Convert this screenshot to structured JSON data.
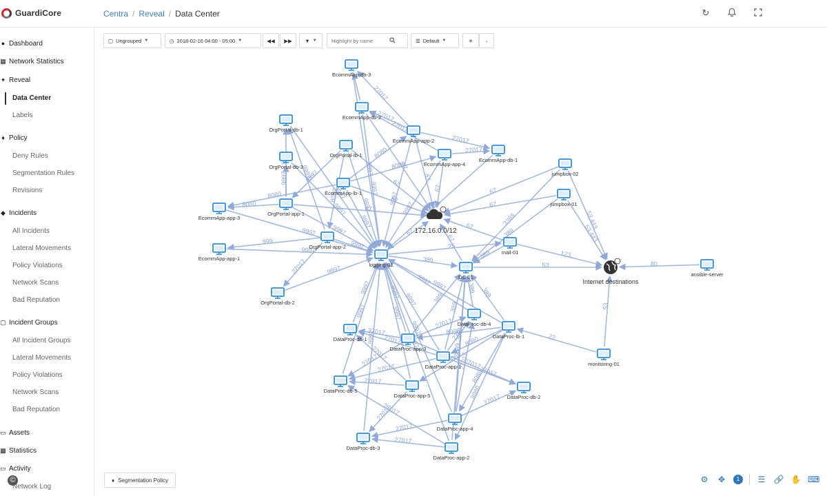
{
  "app": {
    "name": "GuardiCore"
  },
  "breadcrumb": {
    "items": [
      "Centra",
      "Reveal"
    ],
    "current": "Data Center"
  },
  "sidebar": {
    "sections": [
      {
        "label": "Dashboard",
        "icon": "dashboard-icon"
      },
      {
        "label": "Network Statistics",
        "icon": "stats-icon"
      },
      {
        "label": "Reveal",
        "icon": "reveal-icon"
      },
      {
        "label": "Policy",
        "icon": "shield-icon"
      },
      {
        "label": "Incidents",
        "icon": "incident-icon"
      },
      {
        "label": "Incident Groups",
        "icon": "group-icon"
      },
      {
        "label": "Assets",
        "icon": "monitor-icon"
      },
      {
        "label": "Statistics",
        "icon": "chart-icon"
      },
      {
        "label": "Activity",
        "icon": "activity-icon"
      }
    ],
    "reveal_items": [
      "Data Center",
      "Labels"
    ],
    "policy_items": [
      "Deny Rules",
      "Segmentation Rules",
      "Revisions"
    ],
    "incident_items": [
      "All Incidents",
      "Lateral Movements",
      "Policy Violations",
      "Network Scans",
      "Bad Reputation"
    ],
    "group_items": [
      "All Incident Groups",
      "Lateral Movements",
      "Policy Violations",
      "Network Scans",
      "Bad Reputation"
    ],
    "activity_items": [
      "Network Log"
    ],
    "active_item": "Data Center"
  },
  "toolbar": {
    "grouping": "Ungrouped",
    "time_range": "2018-02-16 04:00 - 05:00",
    "prev_icon": "rewind-icon",
    "next_icon": "fast-forward-icon",
    "filter_icon": "filter-icon",
    "search_placeholder": "Highlight by name",
    "layer": "Default",
    "layout_icon": "graph-layout-icon"
  },
  "segmentation_button": "Segmentation Policy",
  "bottom_tools": {
    "badge_count": "1"
  },
  "colors": {
    "edge": "#8fa9d9",
    "edge_label": "#8ea6d6",
    "node": "#2d8fe0",
    "link": "#3b82c4"
  },
  "graph": {
    "nodes": [
      {
        "id": "ecdb3",
        "label": "EcommApp-db-3",
        "type": "host"
      },
      {
        "id": "ecdb2",
        "label": "EcommApp-db-2",
        "type": "host"
      },
      {
        "id": "ecapp2",
        "label": "EcommApp-app-2",
        "type": "host"
      },
      {
        "id": "ecdb1",
        "label": "EcommApp-db-1",
        "type": "host"
      },
      {
        "id": "ecapp4",
        "label": "EcommApp-app-4",
        "type": "host"
      },
      {
        "id": "opdb1",
        "label": "OrgPortal-db-1",
        "type": "host"
      },
      {
        "id": "opdb3",
        "label": "OrgPortal-db-3",
        "type": "host"
      },
      {
        "id": "opdbl",
        "label": "OrgPortal-lb-1",
        "type": "host"
      },
      {
        "id": "eclb1",
        "label": "EcommApp-lb-1",
        "type": "host"
      },
      {
        "id": "opapp1",
        "label": "OrgPortal-app-1",
        "type": "host"
      },
      {
        "id": "ecapp3",
        "label": "EcommApp-app-3",
        "type": "host"
      },
      {
        "id": "ecapp1",
        "label": "EcommApp-app-1",
        "type": "host"
      },
      {
        "id": "opapp2",
        "label": "OrgPortal-app-2",
        "type": "host"
      },
      {
        "id": "opdb2",
        "label": "OrgPortal-db-2",
        "type": "host"
      },
      {
        "id": "logging",
        "label": "logging-01",
        "type": "host"
      },
      {
        "id": "cloud",
        "label": "172.16.0.0/12",
        "type": "cloud"
      },
      {
        "id": "dc01",
        "label": "DC-01",
        "type": "host"
      },
      {
        "id": "mail",
        "label": "mail-01",
        "type": "host"
      },
      {
        "id": "jump2",
        "label": "jumpbox-02",
        "type": "host"
      },
      {
        "id": "jump1",
        "label": "jumpbox-01",
        "type": "host"
      },
      {
        "id": "internet",
        "label": "Internet destinations",
        "type": "globe"
      },
      {
        "id": "ansible",
        "label": "ansible-server",
        "type": "host"
      },
      {
        "id": "monitor",
        "label": "monitoring-01",
        "type": "host"
      },
      {
        "id": "dpdb4",
        "label": "DataProc-db-4",
        "type": "host"
      },
      {
        "id": "dplb1",
        "label": "DataProc-lb-1",
        "type": "host"
      },
      {
        "id": "dpdb1",
        "label": "DataProc-db-1",
        "type": "host"
      },
      {
        "id": "dpapp3",
        "label": "DataProc-app-3",
        "type": "host"
      },
      {
        "id": "dpapp1",
        "label": "DataProc-app-1",
        "type": "host"
      },
      {
        "id": "dpdb5",
        "label": "DataProc-db-5",
        "type": "host"
      },
      {
        "id": "dpapp5",
        "label": "DataProc-app-5",
        "type": "host"
      },
      {
        "id": "dpdb2",
        "label": "DataProc-db-2",
        "type": "host"
      },
      {
        "id": "dpapp4",
        "label": "DataProc-app-4",
        "type": "host"
      },
      {
        "id": "dpdb3",
        "label": "DataProc-db-3",
        "type": "host"
      },
      {
        "id": "dpapp2",
        "label": "DataProc-app-2",
        "type": "host"
      }
    ],
    "edges": [
      [
        "ecdb2",
        "ecdb3",
        ""
      ],
      [
        "ecapp2",
        "ecdb3",
        "27017"
      ],
      [
        "ecapp2",
        "ecdb2",
        "27017"
      ],
      [
        "ecapp4",
        "ecdb2",
        "27017"
      ],
      [
        "ecapp2",
        "ecdb1",
        "27017"
      ],
      [
        "ecapp4",
        "ecdb1",
        "27017"
      ],
      [
        "eclb1",
        "ecapp4",
        "8080"
      ],
      [
        "eclb1",
        "ecapp2",
        "8080"
      ],
      [
        "opdbl",
        "opapp1",
        "9997"
      ],
      [
        "opapp1",
        "opdb1",
        "9997"
      ],
      [
        "opapp1",
        "opdb3",
        "9997"
      ],
      [
        "opapp2",
        "opdb1",
        "9997"
      ],
      [
        "opapp2",
        "opdb2",
        "27017"
      ],
      [
        "opdbl",
        "opapp2",
        "8080"
      ],
      [
        "opapp1",
        "ecapp3",
        "8080"
      ],
      [
        "opapp2",
        "ecapp1",
        "999"
      ],
      [
        "eclb1",
        "ecapp3",
        "8080"
      ],
      [
        "ecapp3",
        "logging",
        "9997"
      ],
      [
        "ecapp1",
        "logging",
        "9997"
      ],
      [
        "opdb1",
        "logging",
        "9997"
      ],
      [
        "opdb3",
        "logging",
        "9997"
      ],
      [
        "opdbl",
        "logging",
        "9997"
      ],
      [
        "eclb1",
        "logging",
        "9997"
      ],
      [
        "ecdb3",
        "logging",
        "9997"
      ],
      [
        "ecdb2",
        "logging",
        "9997"
      ],
      [
        "opdb2",
        "logging",
        "9997"
      ],
      [
        "opapp2",
        "logging",
        "9997"
      ],
      [
        "opapp1",
        "logging",
        "9997"
      ],
      [
        "ecapp4",
        "logging",
        "9997"
      ],
      [
        "ecapp2",
        "logging",
        "9997"
      ],
      [
        "ecdb1",
        "logging",
        "9997"
      ],
      [
        "ecapp4",
        "cloud",
        "67"
      ],
      [
        "eclb1",
        "cloud",
        "67"
      ],
      [
        "opapp1",
        "cloud",
        "67"
      ],
      [
        "opdbl",
        "cloud",
        "67"
      ],
      [
        "ecapp2",
        "cloud",
        "67"
      ],
      [
        "logging",
        "cloud",
        "67"
      ],
      [
        "jump2",
        "cloud",
        "67"
      ],
      [
        "jump1",
        "cloud",
        "67"
      ],
      [
        "mail",
        "cloud",
        "67"
      ],
      [
        "dc01",
        "cloud",
        "67"
      ],
      [
        "ecdb2",
        "cloud",
        "67"
      ],
      [
        "logging",
        "dc01",
        "389"
      ],
      [
        "mail",
        "dc01",
        "389"
      ],
      [
        "jump2",
        "dc01",
        "3389"
      ],
      [
        "jump1",
        "dc01",
        "389"
      ],
      [
        "dc01",
        "internet",
        "53"
      ],
      [
        "mail",
        "internet",
        "123"
      ],
      [
        "jump2",
        "internet",
        "53,443"
      ],
      [
        "jump1",
        "internet",
        "53,443"
      ],
      [
        "ansible",
        "internet",
        "80"
      ],
      [
        "monitor",
        "internet",
        "53"
      ],
      [
        "monitor",
        "dplb1",
        "22"
      ],
      [
        "dplb1",
        "dpapp3",
        "8080"
      ],
      [
        "dplb1",
        "dpapp1",
        "8080"
      ],
      [
        "dplb1",
        "dpapp5",
        "8080"
      ],
      [
        "dplb1",
        "dpapp4",
        "8080"
      ],
      [
        "dplb1",
        "dpapp2",
        "8080"
      ],
      [
        "dpapp3",
        "dpdb4",
        "27017"
      ],
      [
        "dpapp3",
        "dpdb1",
        "27017"
      ],
      [
        "dpapp3",
        "dpdb5",
        "27017"
      ],
      [
        "dpapp3",
        "dpdb2",
        "27017"
      ],
      [
        "dpapp1",
        "dpdb4",
        "27017"
      ],
      [
        "dpapp1",
        "dpdb1",
        "27017"
      ],
      [
        "dpapp1",
        "dpdb5",
        "27017"
      ],
      [
        "dpapp1",
        "dpdb2",
        "27017"
      ],
      [
        "dpapp5",
        "dpdb1",
        "27017"
      ],
      [
        "dpapp5",
        "dpdb5",
        "27017"
      ],
      [
        "dpapp5",
        "dpdb3",
        "27017"
      ],
      [
        "dpapp4",
        "dpdb3",
        "27017"
      ],
      [
        "dpapp4",
        "dpdb2",
        "27017"
      ],
      [
        "dpapp4",
        "dpdb4",
        "27017"
      ],
      [
        "dpapp2",
        "dpdb3",
        "27017"
      ],
      [
        "dpapp2",
        "dpdb5",
        "27017"
      ],
      [
        "dpdb1",
        "logging",
        "9997"
      ],
      [
        "dpapp3",
        "logging",
        "9997"
      ],
      [
        "dpapp1",
        "logging",
        "9997"
      ],
      [
        "dpapp5",
        "logging",
        "9997"
      ],
      [
        "dpapp4",
        "logging",
        "9997"
      ],
      [
        "dpapp2",
        "logging",
        "9997"
      ],
      [
        "dpdb4",
        "logging",
        "9997"
      ],
      [
        "dpdb5",
        "logging",
        "9997"
      ],
      [
        "dpdb3",
        "logging",
        "9997"
      ],
      [
        "dplb1",
        "logging",
        "9997"
      ],
      [
        "dpapp1",
        "dc01",
        "389"
      ],
      [
        "dpapp4",
        "dc01",
        "389"
      ],
      [
        "dpapp2",
        "dc01",
        "389"
      ],
      [
        "dplb1",
        "dc01",
        "389"
      ],
      [
        "dpapp3",
        "dc01",
        "389"
      ],
      [
        "dpdb4",
        "dc01",
        "389"
      ],
      [
        "logging",
        "mail",
        "25"
      ]
    ]
  }
}
